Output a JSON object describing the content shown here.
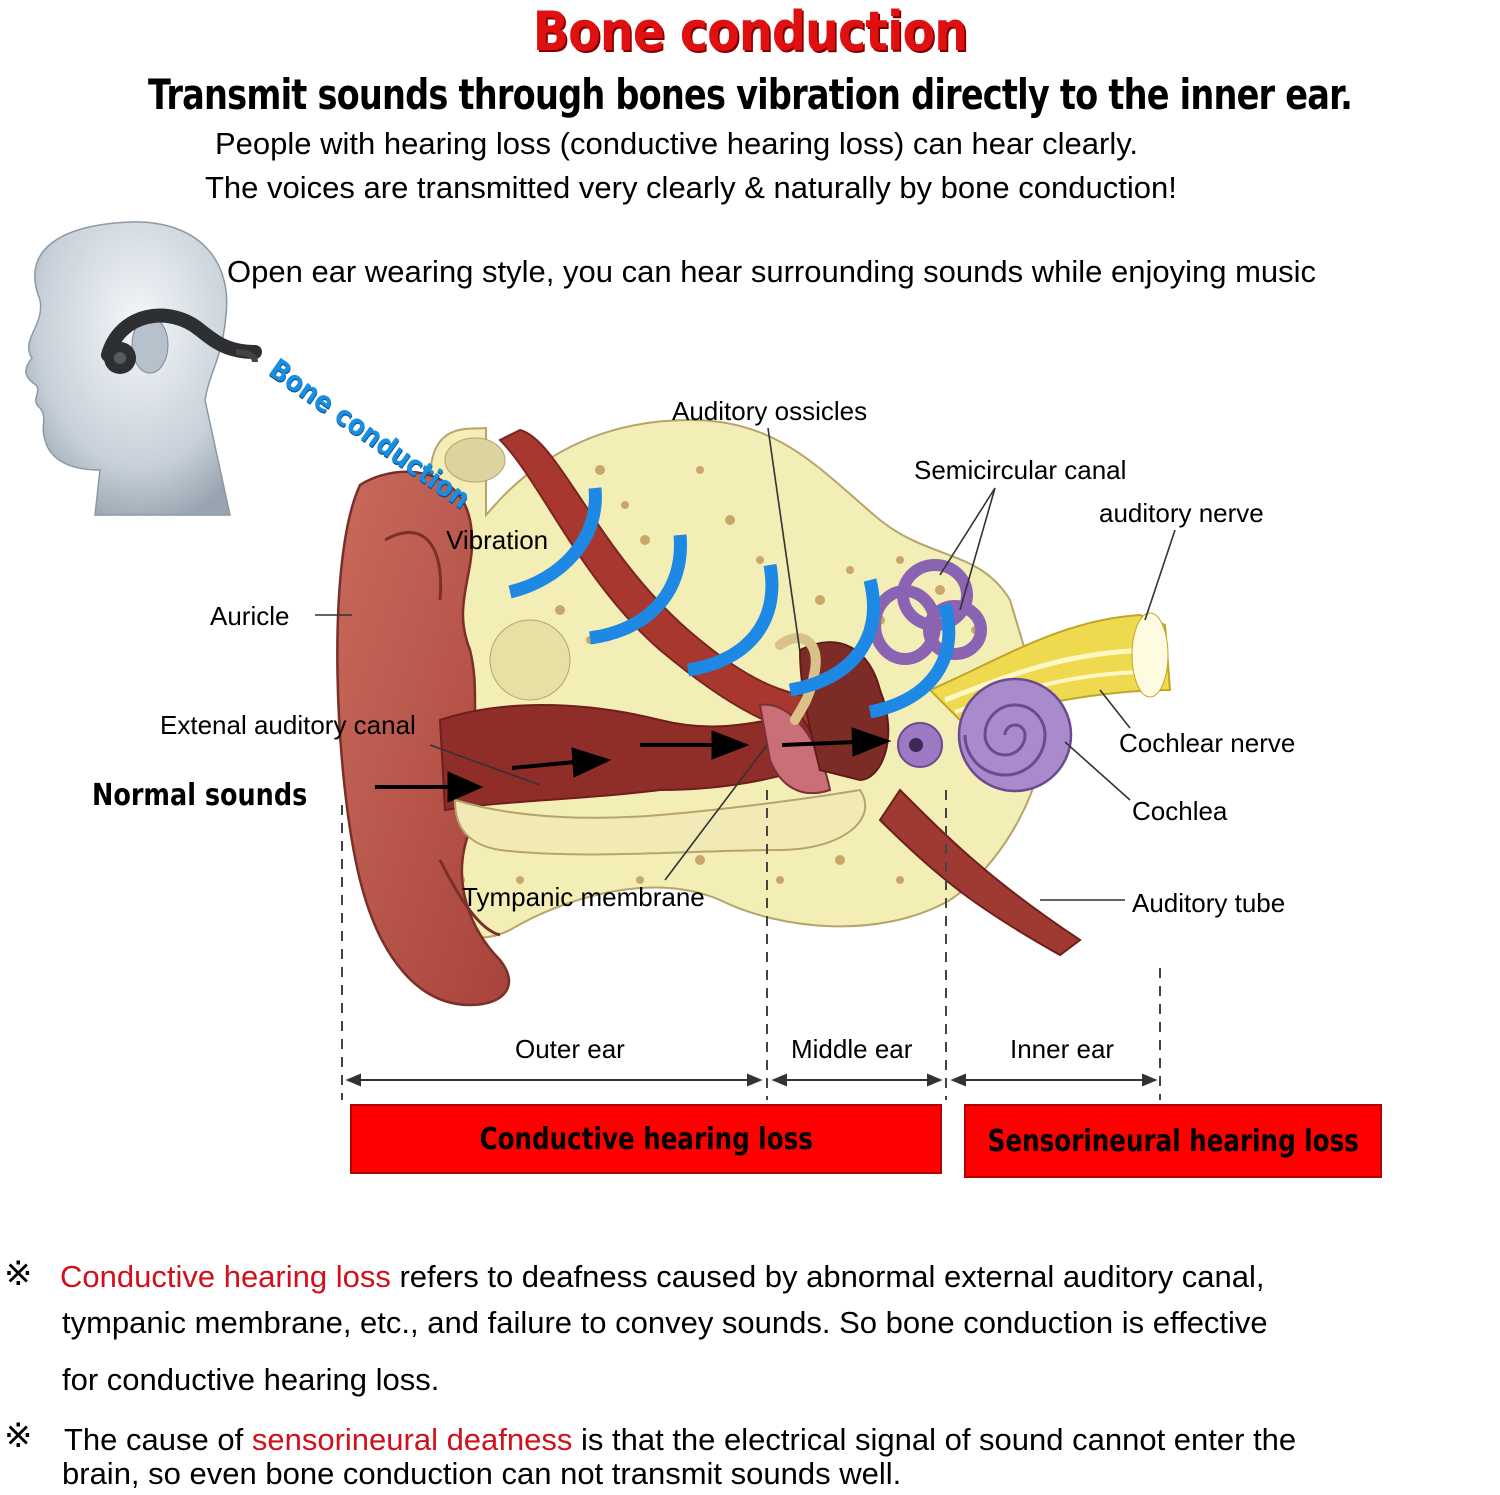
{
  "header": {
    "title": "Bone conduction",
    "subtitle": "Transmit sounds through bones vibration directly to the inner ear.",
    "line1": "People with hearing loss (conductive hearing loss) can hear clearly.",
    "line2": "The voices are transmitted very clearly & naturally by bone conduction!",
    "line3": "Open ear wearing style, you can hear surrounding sounds while enjoying music"
  },
  "diagram": {
    "bone_conduction_label": "Bone conduction",
    "vibration": "Vibration",
    "auricle": "Auricle",
    "external_canal": "Extenal auditory canal",
    "normal_sounds": "Normal sounds",
    "auditory_ossicles": "Auditory ossicles",
    "semicircular_canal": "Semicircular canal",
    "auditory_nerve": "auditory nerve",
    "cochlear_nerve": "Cochlear nerve",
    "cochlea": "Cochlea",
    "auditory_tube": "Auditory tube",
    "tympanic_membrane": "Tympanic membrane",
    "outer_ear": "Outer ear",
    "middle_ear": "Middle ear",
    "inner_ear": "Inner ear",
    "conductive_box": "Conductive hearing loss",
    "sensorineural_box": "Sensorineural hearing loss"
  },
  "notes": {
    "mark": "※",
    "n1_red": "Conductive hearing loss",
    "n1_rest_a": " refers to deafness caused by abnormal external auditory canal,",
    "n1_line2": "tympanic membrane, etc., and failure to convey sounds. So bone conduction is effective",
    "n1_line3": "for conductive hearing loss.",
    "n2_a": "The cause of ",
    "n2_red": "sensorineural deafness",
    "n2_b": " is that the electrical signal of sound cannot enter the",
    "n2_line2": "brain, so even bone conduction can not transmit sounds well."
  },
  "colors": {
    "title_red": "#e01010",
    "box_red": "#ff0000",
    "wave_blue": "#1e88e5",
    "note_red": "#d0101a"
  }
}
